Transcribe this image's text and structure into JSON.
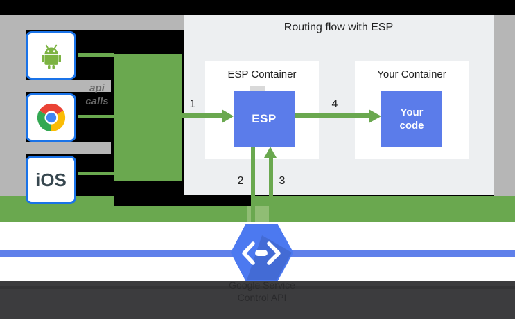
{
  "panel": {
    "title": "Routing flow with ESP",
    "esp_container": {
      "label": "ESP Container",
      "esp_box_label": "ESP"
    },
    "your_container": {
      "label": "Your Container",
      "your_code_label": "Your code"
    },
    "step_labels": {
      "step1": "1",
      "step2": "2",
      "step3": "3",
      "step4": "4"
    }
  },
  "clients": {
    "api_calls_label": "api calls",
    "android": {
      "icon": "android-icon"
    },
    "chrome": {
      "icon": "chrome-icon"
    },
    "ios": {
      "label": "iOS"
    }
  },
  "service": {
    "icon": "cloud-endpoints-icon",
    "label_line1": "Google Service",
    "label_line2": "Control API"
  },
  "colors": {
    "background": "#000000",
    "gray_panel": "#b6b6b6",
    "green": "#6aa84f",
    "light_green": "#90bd74",
    "panel_bg": "#edeff1",
    "container_bg": "#ffffff",
    "blue_box": "#5b7cea",
    "hexagon_blue": "#4c79f0",
    "line_blue": "#5f80ea",
    "client_border_blue": "#1a73e8",
    "bottom_bar": "#3c3c3e",
    "android_green": "#7cb342",
    "chrome_red": "#ea4335",
    "chrome_green": "#34a853",
    "chrome_yellow": "#fbbc05",
    "chrome_blue": "#4285f4",
    "text_dark": "#212121",
    "api_calls_gray": "#6a6a6a"
  }
}
